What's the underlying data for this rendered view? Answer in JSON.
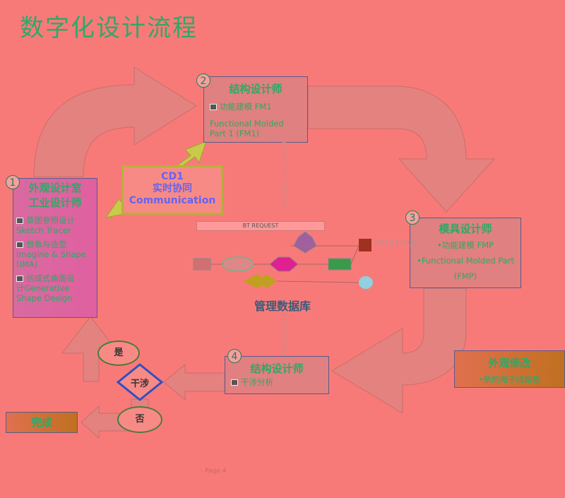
{
  "title": "数字化设计流程",
  "boxes": {
    "exterior": {
      "num": "1",
      "title1": "外观设计室",
      "title2": "工业设计师",
      "items": [
        "草图参照设计",
        "Sketch Tracer",
        "想象与造型",
        "Imagine & Shape",
        "(IMA)",
        "创成式曲面设",
        "计Generative",
        "Shape Design"
      ]
    },
    "structure_top": {
      "num": "2",
      "title": "结构设计师",
      "items": [
        "功能建模 FM1",
        "Functional Molded",
        "Part 1 (FM1)"
      ]
    },
    "mold": {
      "num": "3",
      "title": "模具设计师",
      "items": [
        "•功能建模 FMP",
        "•Functional Molded Part",
        "(FMP)"
      ]
    },
    "structure_bottom": {
      "num": "4",
      "title": "结构设计师",
      "items": [
        "干涉分析"
      ]
    },
    "exterior_change": {
      "title": "外观修改",
      "items": [
        "•新的电子线路板"
      ]
    }
  },
  "cd1": {
    "line1": "CD1",
    "line2": "实时协同",
    "line3": "Communication"
  },
  "center": {
    "bt_request": "BT REQUEST",
    "label": "管理数据库",
    "binary_top": "0101010101010",
    "binary_right": "10101010",
    "binary_bottom": "0101010101"
  },
  "decision": {
    "yes": "是",
    "interfere": "干涉",
    "no": "否"
  },
  "done": "完成",
  "page": "- Page   4",
  "colors": {
    "accent": "#2ea866",
    "background": "#f87a78",
    "arrow": "#e48280",
    "cd1_text": "#6464f0"
  }
}
